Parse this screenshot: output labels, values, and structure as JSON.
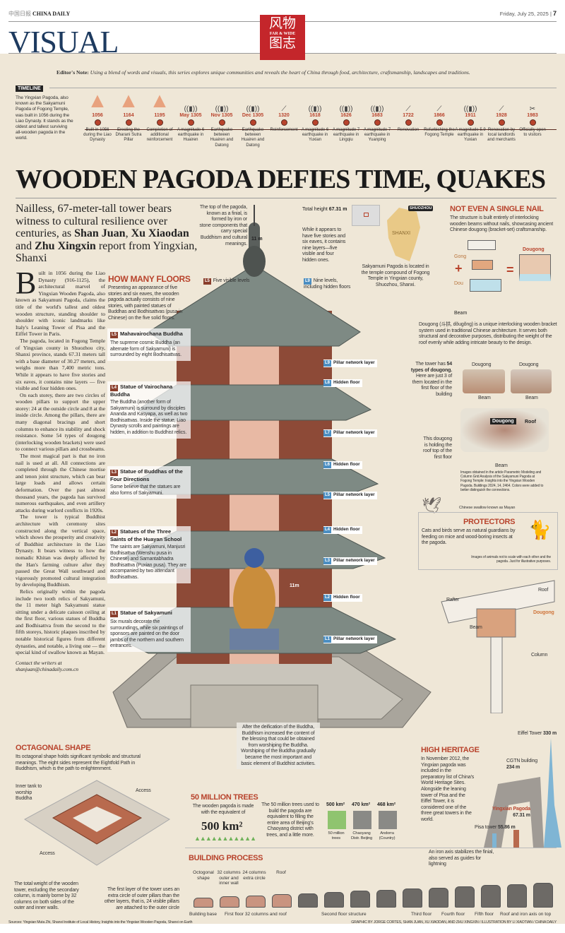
{
  "masthead": {
    "paper": "CHINA DAILY",
    "date": "Friday, July 25, 2025",
    "page": "7",
    "section": "VISUAL",
    "logo_top": "风物",
    "logo_mid": "FAR & WIDE",
    "logo_bottom": "图志"
  },
  "editors_note": {
    "label": "Editor's Note:",
    "text": "Using a blend of words and visuals, this series explores unique communities and reveals the heart of China through food, architecture, craftsmanship, landscapes and traditions."
  },
  "timeline": {
    "label": "TIMELINE",
    "intro": "The Yingxian Pagoda, also known as the Sakyamuni Pagoda of Fogong Temple, was built in 1056 during the Liao Dynasty. It stands as the oldest and tallest surviving all-wooden pagoda in the world.",
    "items": [
      {
        "year": "1056",
        "caption": "Built in 1056 during the Liao Dynasty",
        "icon": "pagoda-icon"
      },
      {
        "year": "1164",
        "caption": "Erecting the Dharani Sutra Pillar",
        "icon": "pagoda-icon"
      },
      {
        "year": "1195",
        "caption": "Completion of additional reinforcement",
        "icon": "pagoda-icon"
      },
      {
        "year": "May 1305",
        "caption": "A magnitude 6 earthquake in Huairen",
        "icon": "earthquake-icon"
      },
      {
        "year": "Nov 1305",
        "caption": "Earthquake between Huairen and Datong",
        "icon": "earthquake-icon"
      },
      {
        "year": "Dec 1305",
        "caption": "Earthquake between Huairen and Datong",
        "icon": "earthquake-icon"
      },
      {
        "year": "1320",
        "caption": "Reinforcement",
        "icon": "beam-icon"
      },
      {
        "year": "1618",
        "caption": "A magnitude 6 earthquake in Yuxian",
        "icon": "earthquake-icon"
      },
      {
        "year": "1626",
        "caption": "A magnitude 7 earthquake in Lingqiu",
        "icon": "earthquake-icon"
      },
      {
        "year": "1683",
        "caption": "A magnitude 7 earthquake in Yuanping",
        "icon": "earthquake-icon"
      },
      {
        "year": "1722",
        "caption": "Renovation",
        "icon": "beam-icon"
      },
      {
        "year": "1866",
        "caption": "Refurbishing the Fogong Temple",
        "icon": "beam-icon"
      },
      {
        "year": "1911",
        "caption": "A magnitude 5.9 earthquake in Yuxian",
        "icon": "earthquake-icon"
      },
      {
        "year": "1928",
        "caption": "Renovation by local landlords and merchants",
        "icon": "beam-icon"
      },
      {
        "year": "1983",
        "caption": "Officially open to visitors",
        "icon": "scissors-icon"
      }
    ]
  },
  "headline": "WOODEN PAGODA DEFIES TIME, QUAKES",
  "deck": {
    "pre": "Nailless, 67-meter-tall tower bears witness to cultural resilience over centuries, as ",
    "a1": "Shan Juan",
    "sep1": ", ",
    "a2": "Xu Xiaodan",
    "sep2": " and ",
    "a3": "Zhu Xingxin",
    "post": " report from Yingxian, Shanxi"
  },
  "body": {
    "dropcap": "B",
    "paragraphs": [
      "uilt in 1056 during the Liao Dynasty (916-1125), the architectural marvel of Yingxian Wooden Pagoda, also known as Sakyamuni Pagoda, claims the title of the world's tallest and oldest wooden structure, standing shoulder to shoulder with iconic landmarks like Italy's Leaning Tower of Pisa and the Eiffel Tower in Paris.",
      "The pagoda, located in Fogong Temple of Yingxian county in Shuozhou city, Shanxi province, stands 67.31 meters tall with a base diameter of 30.27 meters, and weighs more than 7,400 metric tons. While it appears to have five stories and six eaves, it contains nine layers — five visible and four hidden ones.",
      "On each storey, there are two circles of wooden pillars to support the upper storey: 24 at the outside circle and 8 at the inside circle. Among the pillars, there are many diagonal bracings and short columns to enhance its stability and shock resistance. Some 54 types of dougong (interlocking wooden brackets) were used to connect various pillars and crossbeams.",
      "The most magical part is that no iron nail is used at all. All connections are completed through the Chinese mortise and tenon joint structure, which can bear large loads and allows certain deformation. Over the past almost thousand years, the pagoda has survived numerous earthquakes, and even artillery attacks during warlord conflicts in 1920s.",
      "The tower is typical Buddhist architecture with ceremony sites constructed along the vertical space, which shows the prosperity and creativity of Buddhist architecture in the Liao Dynasty. It bears witness to how the nomadic Khitan was deeply affected by the Han's farming culture after they passed the Great Wall southward and vigorously promoted cultural integration by developing Buddhism.",
      "Relics originally within the pagoda include two tooth relics of Sakyamuni, the 11 meter high Sakyamuni statue sitting under a delicate caisson ceiling at the first floor, various statues of Buddha and Bodhisattva from the second to the fifth storeys, historic plaques inscribed by notable historical figures from different dynasties, and notable, a living one — the special kind of swallow known as Mayan."
    ],
    "contact": "Contact the writers at shanjuan@chinadaily.com.cn"
  },
  "floors": {
    "title": "HOW MANY FLOORS",
    "intro": "Presenting an appearance of five stories and six eaves, the wooden pagoda actually consists of nine stories, with painted statues of Buddhas and Bodhisattvas (pusa in Chinese) on the five solid floors.",
    "levels": [
      {
        "tag": "L5",
        "title": "Mahavairochana Buddha",
        "text": "The supreme cosmic Buddha (an alternate form of Sakyamuni) is surrounded by eight Bodhisattvas."
      },
      {
        "tag": "L4",
        "title": "Statue of Vairochana Buddha",
        "text": "The Buddha (another form of Sakyamuni) is surround by disciples Ananda and Kasyapa, as well as two Bodhisattvas. Inside the statue, Liao Dynasty scrolls and paintings are hidden, in addition to Buddhist relics."
      },
      {
        "tag": "L3",
        "title": "Statue of Buddhas of the Four Directions",
        "text": "Some believe that the statues are also forms of Sakyamuni."
      },
      {
        "tag": "L2",
        "title": "Statues of the Three Saints of the Huayan School",
        "text": "The saints are Sakyamuni, Manjusri Bodhisattva (Wenshu pusa in Chinese) and Samantabhadra Bodhisattva (Puxian pusa). They are accompanied by two attendant Bodhisattvas."
      },
      {
        "tag": "L1",
        "title": "Statue of Sakyamuni",
        "text": "Six murals decorate the surroundings, while six paintings of sponsors are painted on the door jambs of the northern and southern entrances."
      }
    ]
  },
  "pagoda": {
    "finial_note": "The top of the pagoda, known as a finial, is formed by iron or stone components that carry special Buddhism and cultural meanings.",
    "finial_height": "11 m",
    "total_height_label": "Total height",
    "total_height": "67.31 m",
    "layers_note": "While it appears to have five stories and six eaves, it contains nine layers—five visible and four hidden ones.",
    "legend_visible": {
      "tag": "L5",
      "text": "Five visible levels"
    },
    "legend_nine": {
      "tag": "L9",
      "text": "Nine levels, including hidden floors"
    },
    "statue_height": "11m",
    "layers": [
      {
        "tag": "L9",
        "text": "Pillar network layer"
      },
      {
        "tag": "L8",
        "text": "Hidden floor"
      },
      {
        "tag": "L7",
        "text": "Pillar network layer"
      },
      {
        "tag": "L6",
        "text": "Hidden floor"
      },
      {
        "tag": "L5",
        "text": "Pillar network layer"
      },
      {
        "tag": "L4",
        "text": "Hidden floor"
      },
      {
        "tag": "L3",
        "text": "Pillar network layer"
      },
      {
        "tag": "L2",
        "text": "Hidden floor"
      },
      {
        "tag": "L1",
        "text": "Pillar network layer"
      }
    ],
    "deification_note": "After the deification of the Buddha, Buddhism increased the content of the blessing that could be obtained from worshiping the Buddha. Worshiping of the Buddha gradually became the most important and basic element of Buddhist activities."
  },
  "map": {
    "badge": "SHUOZHOU",
    "province": "SHANXI",
    "caption": "Sakyamuni Pagoda is located in the temple compound of Fogong Temple in Yingxian county, Shuozhou, Shanxi."
  },
  "nail": {
    "title": "NOT EVEN A SINGLE NAIL",
    "text": "The structure is built entirely of interlocking wooden beams without nails, showcasing ancient Chinese dougong (bracket-set) craftsmanship.",
    "gong": "Gong",
    "dou": "Dou",
    "dougong": "Dougong",
    "beam": "Beam",
    "plus": "+",
    "equals": "=",
    "desc": "Dougong (斗拱, dǒugǒng) is a unique interlocking wooden bracket system used in traditional Chinese architecture. It serves both structural and decorative purposes, distributing the weight of the roof evenly while adding intricate beauty to the design.",
    "types_pre": "The tower has ",
    "types_bold": "54 types of dougong.",
    "types_post": " Here are just 3 of them located in the first floor of the building",
    "roof": "Roof",
    "holding_note": "This dougong is holding the roof top of the first floor",
    "credit": "Images obtained in the article Parametric Modeling and Column Grid Analysis of the Sakyamuni Pagoda at Fogong Temple: Insights into the Yingxian Wooden Pagoda. Buildings 2024, 14, 2464. Colors were added to better distinguish the connections."
  },
  "protectors": {
    "swallow_caption": "Chinese swallow known as Mayan",
    "title": "PROTECTORS",
    "text": "Cats and birds serve as natural guardians by feeding on mice and wood-boring insects at the pagoda.",
    "note": "Images of animals not to scale with each other and the pagoda. Just for illustrative purposes."
  },
  "framing": {
    "rafter": "Rafter",
    "roof": "Roof",
    "dougong": "Dougong",
    "beam": "Beam",
    "column": "Column"
  },
  "octagon": {
    "title": "OCTAGONAL SHAPE",
    "text": "Its octagonal shape holds significant symbolic and structural meanings. The eight sides represent the Eightfold Path in Buddhism, which is the path to enlightenment.",
    "inner_tank": "Inner tank to worship Buddha",
    "access": "Access",
    "weight_note": "The total weight of the wooden tower, excluding the secondary column, is mainly borne by 32 columns on both sides of the outer and inner walls.",
    "pillar_note": "The first layer of the tower uses an extra circle of outer pillars than the other layers, that is, 24 visible pillars are attached to the outer circle"
  },
  "trees": {
    "title": "50 MILLION TREES",
    "lead": "The wooden pagoda is made with the equivalent of",
    "area": "500 km²",
    "note": "The 50 million trees used to build the pagoda are equivalent to filling the entire area of Beijing's Chaoyang district with trees, and a little more.",
    "compare": [
      {
        "value": "500 km²",
        "label": "50 million trees",
        "color": "#8fc46f"
      },
      {
        "value": "470 km²",
        "label": "Chaoyang Distr. Beijing",
        "color": "#8a8a86"
      },
      {
        "value": "468 km²",
        "label": "Andorra (Country)",
        "color": "#8a8a86"
      }
    ]
  },
  "heritage": {
    "title": "HIGH HERITAGE",
    "text": "In November 2012, the Yingxian pagoda was included in the preparatory list of China's World Heritage Sites. Alongside the leaning tower of Pisa and the Eiffel Tower, it is considered one of the three great towers in the world.",
    "eiffel": "Eiffel Tower",
    "eiffel_h": "330 m",
    "cctv": "CGTN building",
    "cctv_h": "234 m",
    "yingxian": "Yingxian Pagoda",
    "yingxian_h": "67.31 m",
    "pisa": "Pisa tower",
    "pisa_h": "55.86 m"
  },
  "process": {
    "title": "BUILDING PROCESS",
    "axis_note": "An iron axis stabilizes the finial, also served as guides for lightning",
    "top_labels": [
      "Octogonal shape",
      "32 columns outer and inner wall",
      "24 columns extra circle",
      "Roof"
    ],
    "stages": [
      "Building base",
      "First floor 32 columns and roof",
      "Second floor structure",
      "Third floor",
      "Fourth floor",
      "Fifth floor",
      "Roof and iron axis on top"
    ]
  },
  "footer": {
    "sources": "Sources: Yingxian Muta Zhi, Shanxi Institute of Local History, Insights into the Yingxian Wooden Pagoda, Shanxi on Earth",
    "credit": "GRAPHIC BY JORGE CORTES, SHAN JUAN, XU XIAODAN, AND ZHU XINGXIN / ILLUSTRATION BY LI XIAOTIAN / CHINA DAILY"
  }
}
